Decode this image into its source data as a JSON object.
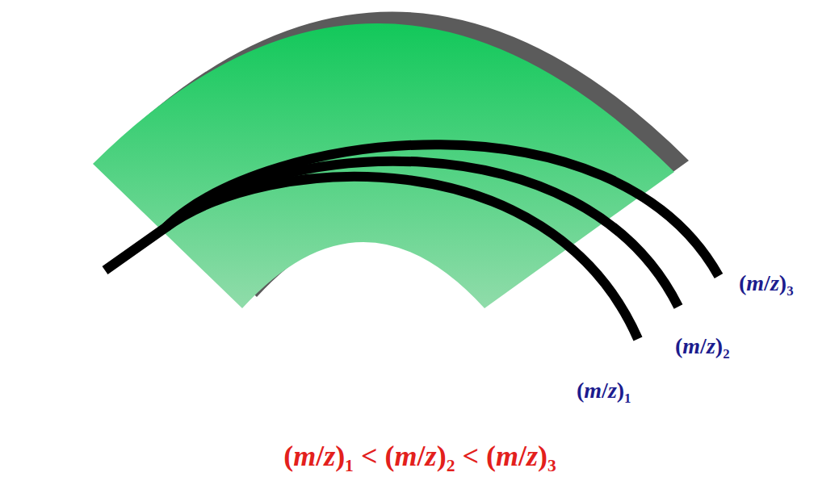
{
  "diagram": {
    "labels": [
      "(m/z)₃",
      "(m/z)₂",
      "(m/z)₁",
      "(m/z)₁ < (m/z)₂ < (m/z)₃"
    ]
  }
}
